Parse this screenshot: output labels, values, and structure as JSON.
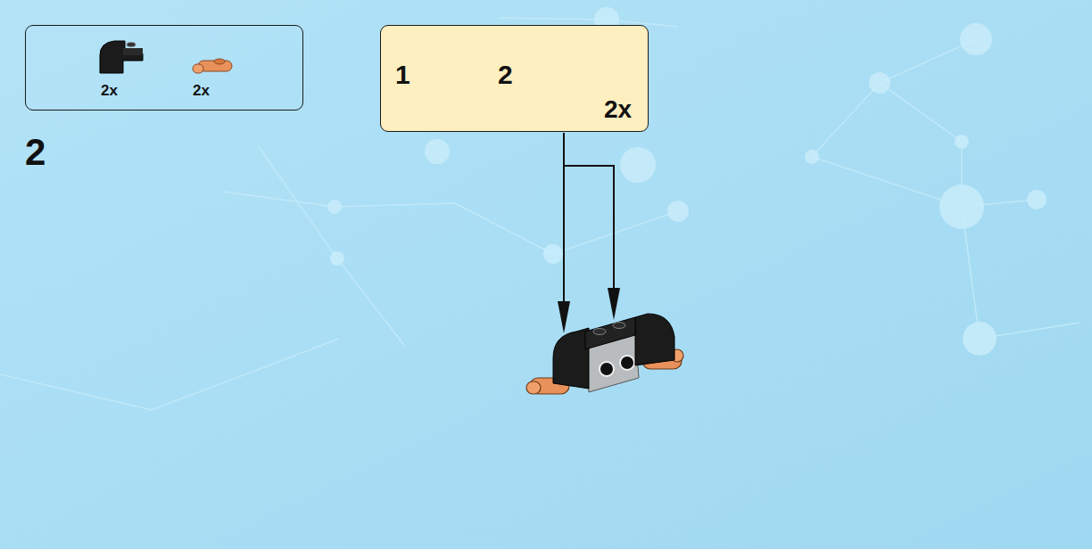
{
  "diagram": {
    "nodes": [
      {
        "text": [
          "2x",
          "2x"
        ]
      },
      {
        "text": [
          "1",
          "2",
          "2x"
        ]
      }
    ],
    "labels": [
      "2"
    ]
  }
}
